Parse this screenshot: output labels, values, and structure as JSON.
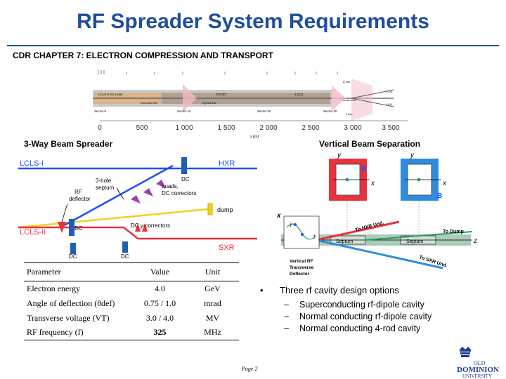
{
  "title": "RF Spreader System Requirements",
  "chapter": "CDR CHAPTER 7: ELECTRON COMPRESSION AND TRANSPORT",
  "beamline": {
    "labels": [
      "LCLS-II SC Linac",
      "extension line",
      "FACET",
      "bypass line",
      "LCLS",
      "cross-over",
      "S-XL",
      "H-XL",
      "D line",
      "2 line"
    ],
    "sectors": [
      "Sector-0",
      "Sector-10",
      "Sector-20",
      "Sector-30"
    ],
    "axis_ticks": [
      "0",
      "500",
      "1 000",
      "1 500",
      "2 000",
      "2 500",
      "3 000",
      "3 500"
    ],
    "axis_label": "s (m)"
  },
  "spreader": {
    "heading": "3-Way Beam Spreader",
    "labels": {
      "lcls1": "LCLS-I",
      "lcls2": "LCLS-II",
      "hxr": "HXR",
      "sxr": "SXR",
      "dump": "dump",
      "dc1": "DC",
      "dc2": "DC",
      "dc3": "DC",
      "dc4": "DC",
      "rf": "RF",
      "deflector": "deflector",
      "septum3": "3-hole",
      "septum": "septum",
      "quads": "quads,",
      "dccorr": "DC correctors",
      "dcy": "DC y-correctors"
    }
  },
  "separation": {
    "heading": "Vertical Beam Separation",
    "labels": {
      "y1": "y",
      "y2": "y",
      "x1": "x",
      "x2": "x",
      "b1": "B",
      "b2": "B",
      "xaxis": "x",
      "yaxis": "y",
      "t": "t",
      "z": "z",
      "septum1": "Septum",
      "septum2": "Septum",
      "to_hxr": "To HXR Und.",
      "to_dump": "To Dump",
      "to_sxr": "To SXR Und.",
      "defl1": "Vertical RF",
      "defl2": "Transverse",
      "defl3": "Deflector"
    }
  },
  "table": {
    "headers": [
      "Parameter",
      "Value",
      "Unit"
    ],
    "rows": [
      {
        "param": "Electron energy",
        "value": "4.0",
        "unit": "GeV",
        "bold": false
      },
      {
        "param": "Angle of deflection (θdef)",
        "value": "0.75 / 1.0",
        "unit": "mrad",
        "bold": false
      },
      {
        "param": "Transverse voltage (VT)",
        "value": "3.0 / 4.0",
        "unit": "MV",
        "bold": false
      },
      {
        "param": "RF frequency (f)",
        "value": "325",
        "unit": "MHz",
        "bold": true
      }
    ]
  },
  "bullets": {
    "marker": "•",
    "main": "Three rf cavity design options",
    "sub_marker": "–",
    "subs": [
      "Superconducting rf-dipole cavity",
      "Normal conducting rf-dipole cavity",
      "Normal conducting 4-rod cavity"
    ]
  },
  "page_label": "Page 2",
  "logo": {
    "line1": "OLD",
    "line2": "DOMINION",
    "line3": "UNIVERSITY"
  },
  "colors": {
    "title": "#1f4e9b",
    "beam_blue": "#1f4eff",
    "laser_red": "#e8323c",
    "dump_yellow": "#f2d21b",
    "magnet_blue": "#1e5fb5",
    "magnet_purple": "#9b3fb0"
  }
}
